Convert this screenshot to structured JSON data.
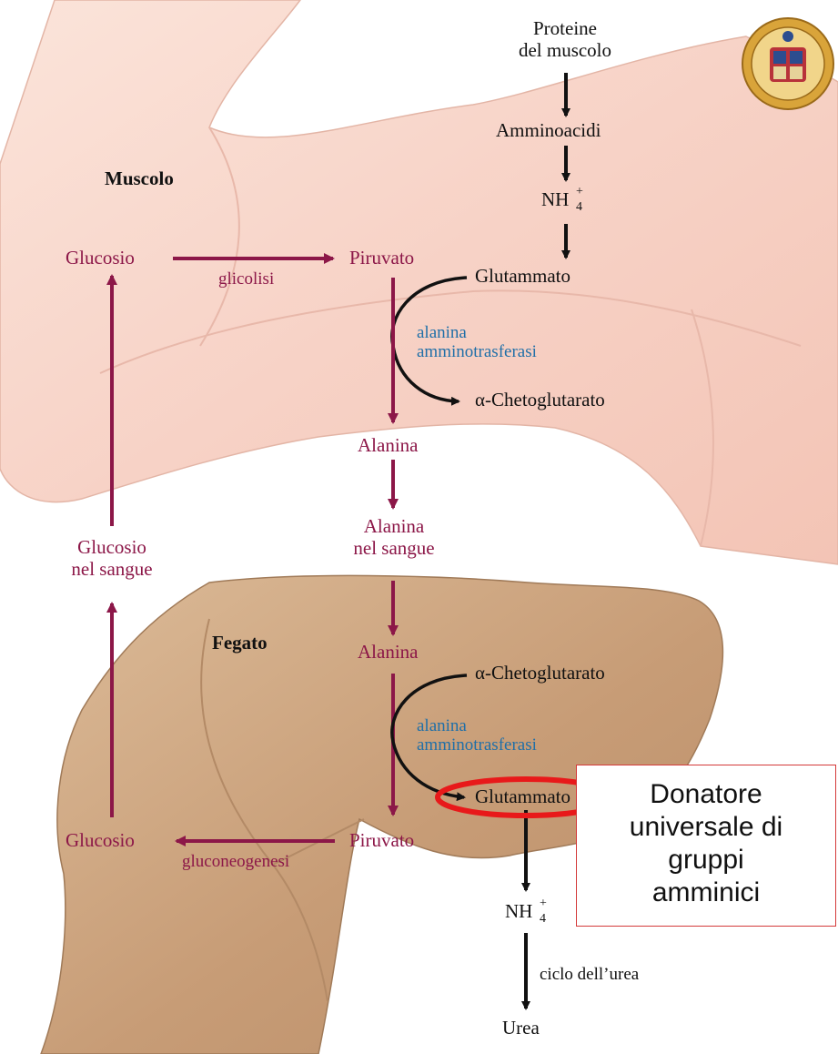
{
  "organs": {
    "muscle_label": "Muscolo",
    "liver_label": "Fegato"
  },
  "muscle": {
    "protein_line1": "Proteine",
    "protein_line2": "del muscolo",
    "amino_acids": "Amminoacidi",
    "ammonium": {
      "base": "NH",
      "superscript": "+",
      "subscript": "4"
    },
    "glutamate": "Glutammato",
    "enzyme_line1": "alanina",
    "enzyme_line2": "amminotrasferasi",
    "ketoglutarate": "α-Chetoglutarato",
    "glucose": "Glucosio",
    "glycolysis": "glicolisi",
    "pyruvate": "Piruvato",
    "alanine": "Alanina"
  },
  "blood": {
    "alanine_line1": "Alanina",
    "alanine_line2": "nel sangue",
    "glucose_line1": "Glucosio",
    "glucose_line2": "nel sangue"
  },
  "liver": {
    "alanine": "Alanina",
    "ketoglutarate": "α-Chetoglutarato",
    "enzyme_line1": "alanina",
    "enzyme_line2": "amminotrasferasi",
    "glutamate": "Glutammato",
    "pyruvate": "Piruvato",
    "glucose": "Glucosio",
    "gluconeogenesis": "gluconeogenesi",
    "ammonium": {
      "base": "NH",
      "superscript": "+",
      "subscript": "4"
    },
    "urea_cycle": "ciclo dell’urea",
    "urea": "Urea"
  },
  "callout": {
    "line1": "Donatore",
    "line2": "universale  di",
    "line3": "gruppi",
    "line4": "amminici"
  },
  "colors": {
    "metabolite_magenta": "#8c1748",
    "enzyme_blue": "#1f6fa8",
    "arrow_black": "#111111",
    "highlight_red": "#e8191a",
    "muscle_tissue": "#f8d7cc",
    "liver_tissue": "#c9a27d"
  },
  "icons": {
    "logo": "university-seal-logo"
  }
}
